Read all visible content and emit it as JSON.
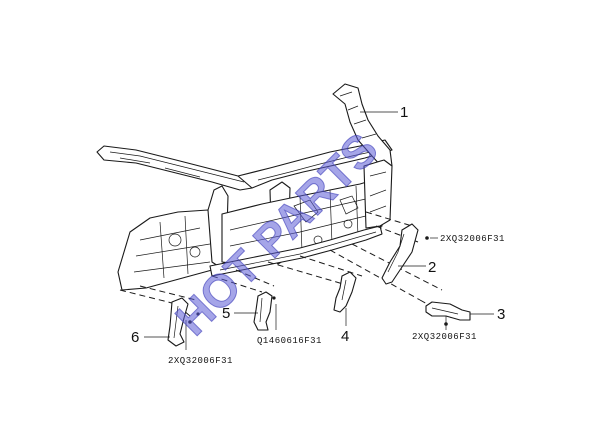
{
  "callouts": [
    {
      "id": "1",
      "label": "1"
    },
    {
      "id": "2",
      "label": "2"
    },
    {
      "id": "3",
      "label": "3"
    },
    {
      "id": "4",
      "label": "4"
    },
    {
      "id": "5",
      "label": "5"
    },
    {
      "id": "6",
      "label": "6"
    }
  ],
  "part_numbers": {
    "bolt_upper_right": "2XQ32006F31",
    "bolt_lower_right": "2XQ32006F31",
    "bolt_left": "2XQ32006F31",
    "bolt_center": "Q1460616F31"
  },
  "watermark": "HOT PARTS",
  "colors": {
    "line": "#1a1a1a",
    "watermark": "#5b5bd6",
    "background": "#ffffff"
  }
}
